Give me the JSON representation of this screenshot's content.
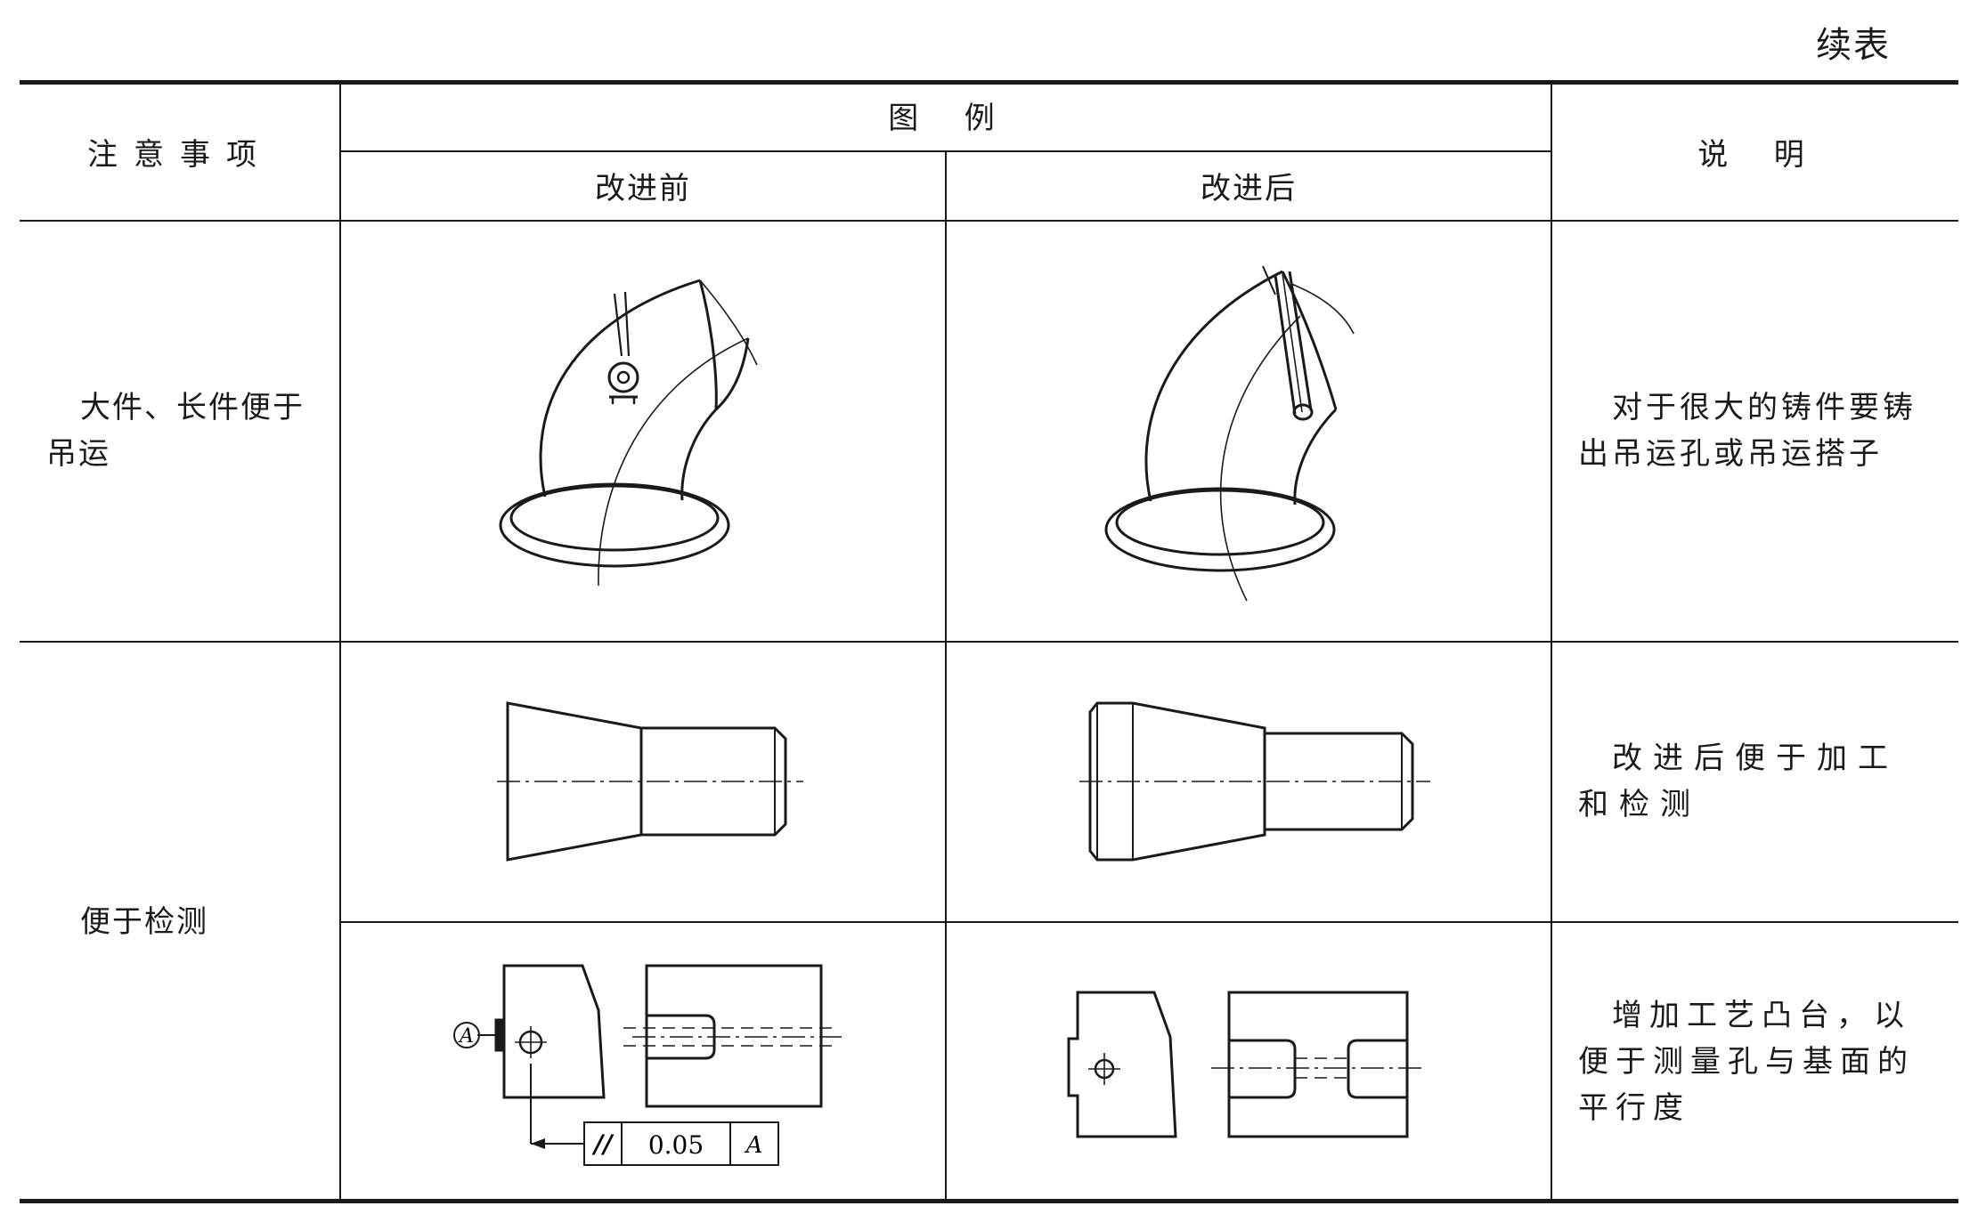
{
  "continued_label": "续表",
  "header": {
    "col_item": "注意事项",
    "col_examples": "图  例",
    "col_before": "改进前",
    "col_after": "改进后",
    "col_note": "说  明"
  },
  "rows": [
    {
      "item": "大件、长件便于吊运",
      "note": "对于很大的铸件要铸出吊运孔或吊运搭子"
    },
    {
      "item": "便于检测",
      "note": "改进后便于加工和检测"
    },
    {
      "note": "增加工艺凸台，以便于测量孔与基面的平行度"
    }
  ],
  "tolerance_frame": {
    "symbol": "//",
    "value": "0.05",
    "datum": "A"
  },
  "datum_label": "A"
}
